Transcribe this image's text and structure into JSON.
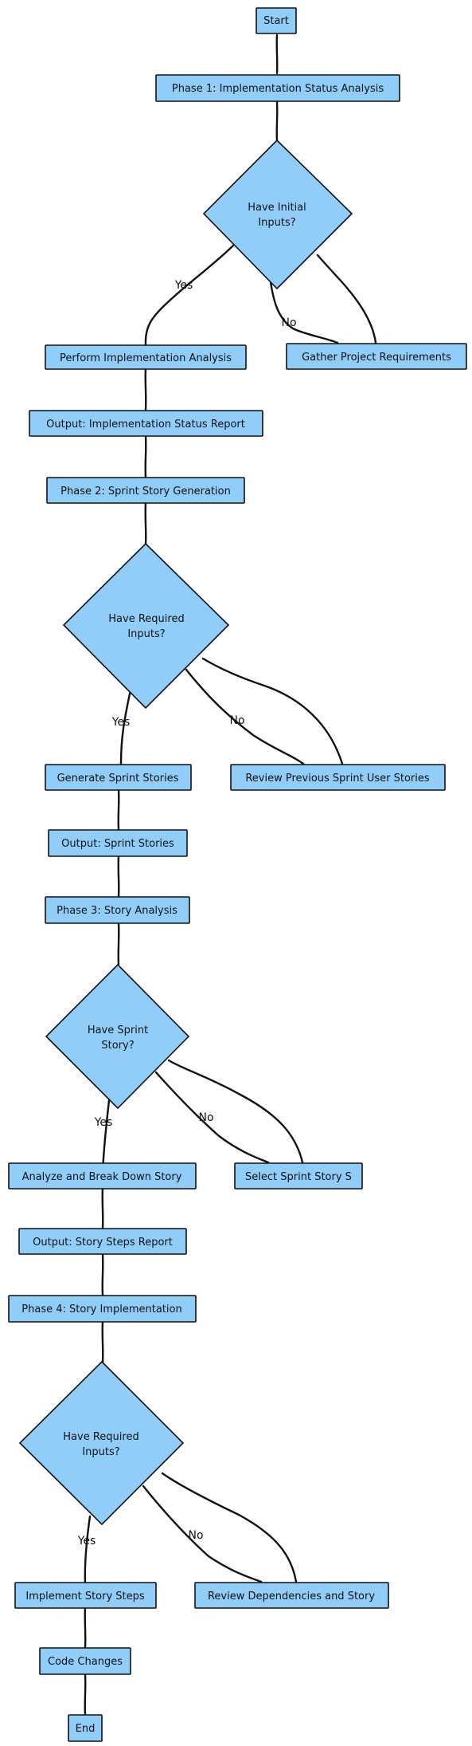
{
  "nodes": {
    "start": "Start",
    "phase1": "Phase 1: Implementation Status Analysis",
    "decision1": [
      "Have Initial",
      "Inputs?"
    ],
    "perform_analysis": "Perform Implementation Analysis",
    "gather_requirements": "Gather Project Requirements",
    "output_status_report": "Output: Implementation Status Report",
    "phase2": "Phase 2: Sprint Story Generation",
    "decision2": [
      "Have Required",
      "Inputs?"
    ],
    "generate_stories": "Generate Sprint Stories",
    "review_previous": "Review Previous Sprint User Stories",
    "output_sprint_stories": "Output: Sprint Stories",
    "phase3": "Phase 3: Story Analysis",
    "decision3": [
      "Have Sprint",
      "Story?"
    ],
    "analyze_story": "Analyze and Break Down Story",
    "select_story": "Select Sprint Story S",
    "output_story_steps": "Output: Story Steps Report",
    "phase4": "Phase 4: Story Implementation",
    "decision4": [
      "Have Required",
      "Inputs?"
    ],
    "implement_steps": "Implement Story Steps",
    "review_dependencies": "Review Dependencies and Story",
    "code_changes": "Code Changes",
    "end": "End"
  },
  "edge_labels": {
    "yes": "Yes",
    "no": "No"
  },
  "colors": {
    "node_fill": "#90cdf9",
    "stroke": "#111111"
  }
}
